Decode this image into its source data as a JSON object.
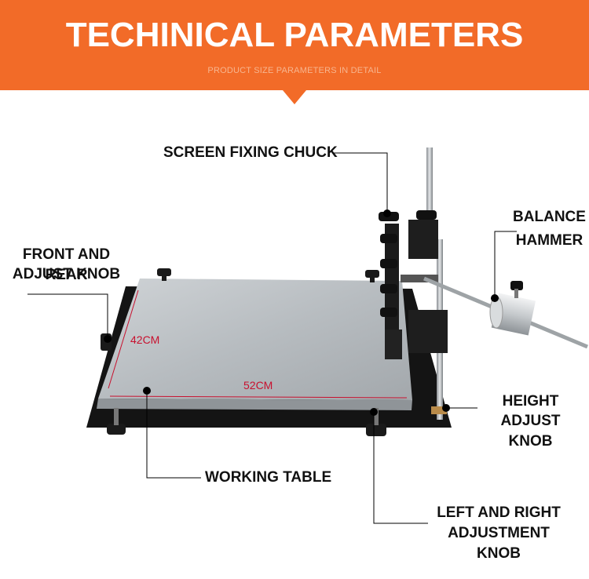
{
  "header": {
    "title": "TECHINICAL PARAMETERS",
    "subtitle": "PRODUCT SIZE PARAMETERS IN DETAIL"
  },
  "callouts": {
    "screen_fixing_chuck": "SCREEN FIXING CHUCK",
    "balance_hammer_line1": "BALANCE",
    "balance_hammer_line2": "HAMMER",
    "front_rear_knob_line1": "FRONT AND REAR",
    "front_rear_knob_line2": "ADJUST KNOB",
    "height_knob_line1": "HEIGHT",
    "height_knob_line2": "ADJUST KNOB",
    "working_table": "WORKING TABLE",
    "lr_knob_line1": "LEFT AND RIGHT",
    "lr_knob_line2": "ADJUSTMENT KNOB"
  },
  "dimensions": {
    "depth": "42CM",
    "width": "52CM"
  },
  "colors": {
    "banner": "#f26b28",
    "dimension_line": "#c8102e",
    "leader_line": "#000000"
  }
}
